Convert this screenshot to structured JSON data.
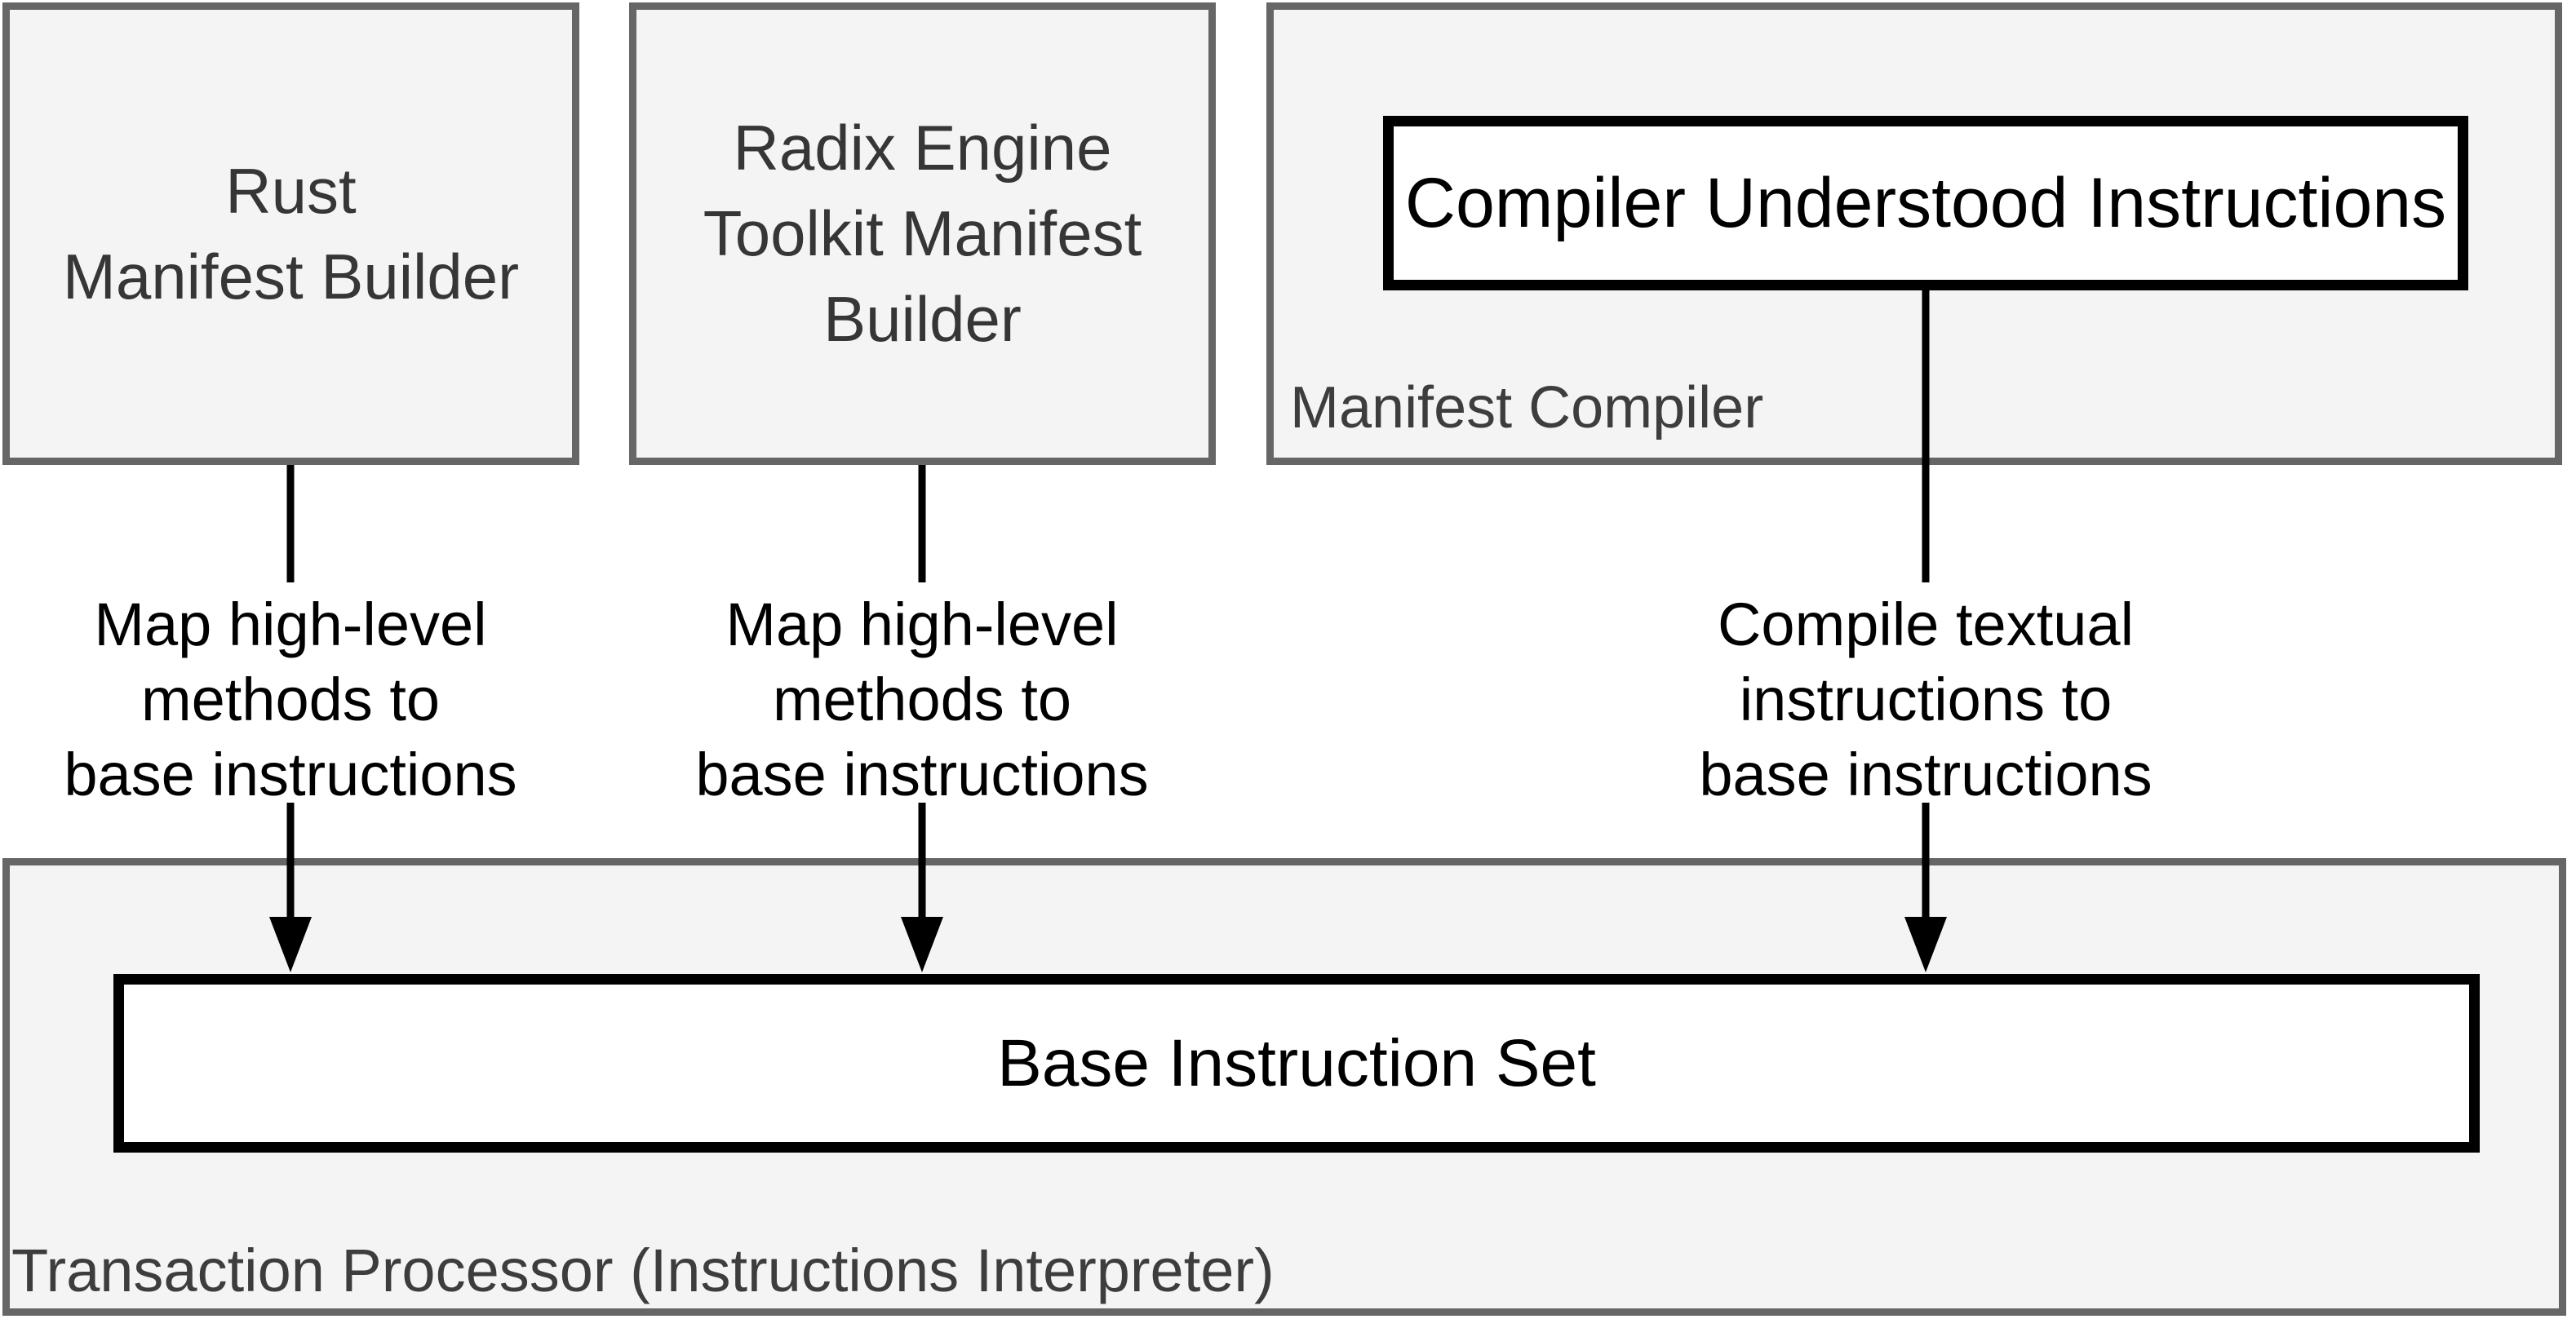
{
  "diagram": {
    "nodes": {
      "rust_builder": {
        "label": "Rust\nManifest Builder"
      },
      "toolkit_builder": {
        "label": "Radix Engine\nToolkit Manifest\nBuilder"
      },
      "manifest_compiler": {
        "label": "Manifest Compiler"
      },
      "compiler_understood_instructions": {
        "label": "Compiler Understood Instructions"
      },
      "transaction_processor": {
        "label": "Transaction Processor (Instructions Interpreter)"
      },
      "base_instruction_set": {
        "label": "Base Instruction Set"
      }
    },
    "edges": [
      {
        "from": "rust_builder",
        "to": "base_instruction_set",
        "label": "Map high-level\nmethods to\nbase instructions"
      },
      {
        "from": "toolkit_builder",
        "to": "base_instruction_set",
        "label": "Map high-level\nmethods to\nbase instructions"
      },
      {
        "from": "compiler_understood_instructions",
        "to": "base_instruction_set",
        "label": "Compile textual\ninstructions to\nbase instructions"
      }
    ],
    "colors": {
      "container_fill": "#f4f4f4",
      "container_border": "#666666",
      "node_fill": "#ffffff",
      "node_border": "#000000",
      "container_title_text": "#363636",
      "container_label_text": "#3d3d3d",
      "edge": "#000000"
    }
  }
}
